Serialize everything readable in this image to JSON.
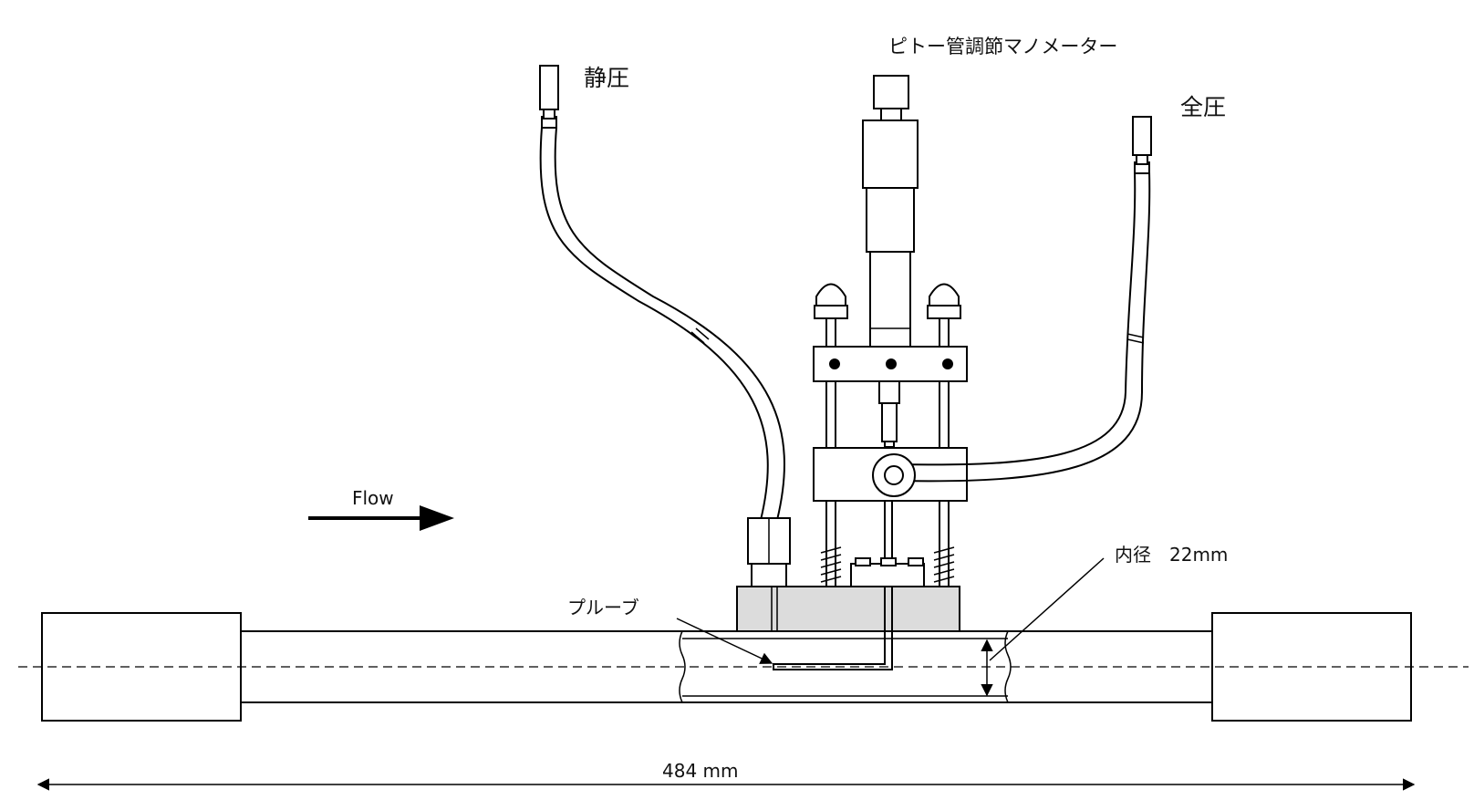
{
  "labels": {
    "static_pressure": "静圧",
    "total_pressure": "全圧",
    "manometer": "ピトー管調節マノメーター",
    "flow": "Flow",
    "probe": "プルーブ",
    "inner_diameter": "内径　22mm",
    "length": "484 mm"
  }
}
